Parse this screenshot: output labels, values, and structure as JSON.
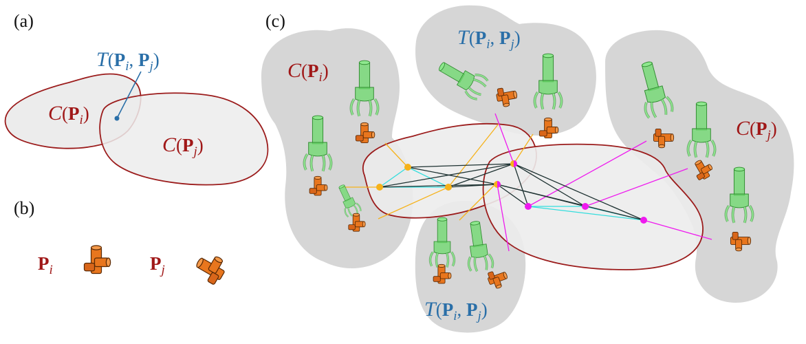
{
  "panels": {
    "a": "(a)",
    "b": "(b)",
    "c": "(c)"
  },
  "symbols": {
    "C": "C",
    "T": "T",
    "P": "P",
    "i": "i",
    "j": "j",
    "lparen": "(",
    "rparen": ")",
    "comma": ","
  },
  "colors": {
    "region_fill": "#ececec",
    "region_stroke": "#9b1b1b",
    "cloud_fill": "#d6d6d6",
    "label_red": "#a01818",
    "label_blue": "#2a6fa8",
    "part_orange": "#e8761e",
    "gripper_green": "#6bd96b",
    "node_orange": "#f6b21a",
    "node_magenta": "#ee1aee",
    "edge_cyan": "#33dddd",
    "edge_black": "#1c3030"
  },
  "icons": {
    "part": "orange-pipe-fitting-part-icon",
    "gripper": "green-robot-gripper-icon"
  }
}
